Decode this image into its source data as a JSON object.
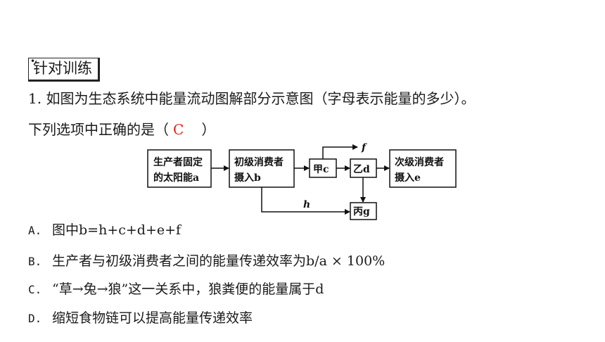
{
  "section_heading": "针对训练",
  "question": {
    "line1": "1.  如图为生态系统中能量流动图解部分示意图（字母表示能量的多少）。",
    "line2_prefix": "下列选项中正确的是（",
    "answer": "C",
    "line2_suffix": "）"
  },
  "diagram": {
    "producer_line1": "生产者固定",
    "producer_line2": "的太阳能a",
    "primary_line1": "初级消费者",
    "primary_line2": "摄入b",
    "jia": "甲c",
    "yi": "乙d",
    "secondary_line1": "次级消费者",
    "secondary_line2": "摄入e",
    "bing": "丙g",
    "label_f": "f",
    "label_h": "h"
  },
  "options": [
    {
      "key": "A.",
      "text": "图中b=h+c+d+e+f"
    },
    {
      "key": "B.",
      "text": "生产者与初级消费者之间的能量传递效率为b/a × 100%"
    },
    {
      "key": "C.",
      "text": "“草→兔→狼”这一关系中，狼粪便的能量属于d"
    },
    {
      "key": "D.",
      "text": "缩短食物链可以提高能量传递效率"
    }
  ]
}
